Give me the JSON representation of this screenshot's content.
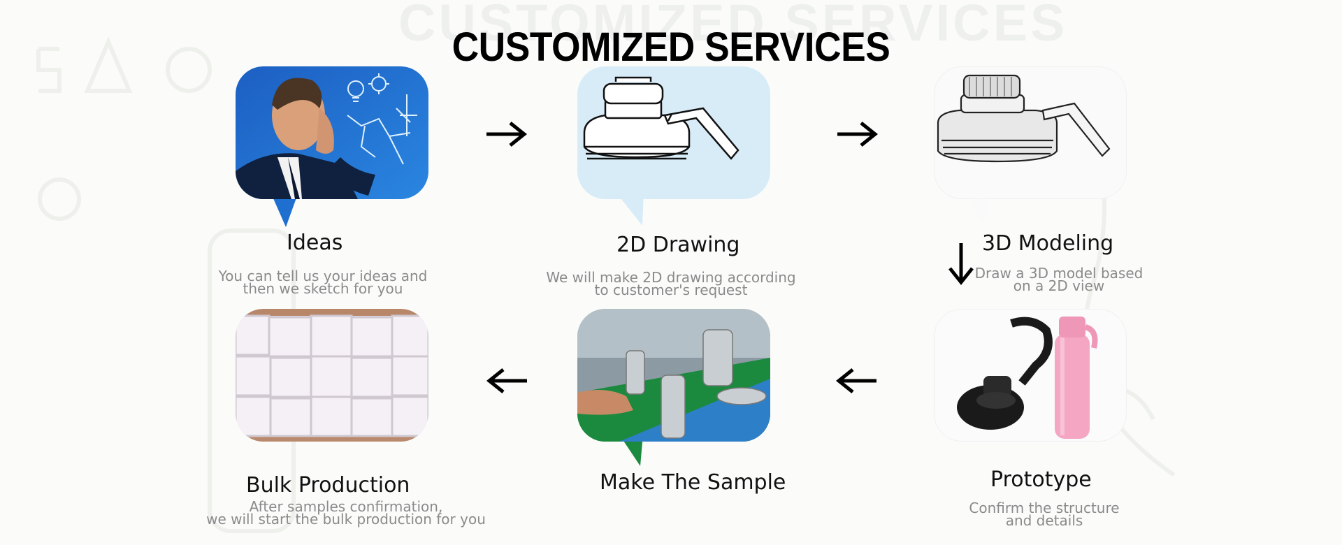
{
  "page": {
    "title": "CUSTOMIZED SERVICES",
    "background_ghost": "CUSTOMIZED SERVICES"
  },
  "steps": [
    {
      "label": "Ideas",
      "desc_line1": "You can tell us your ideas and",
      "desc_line2": "then we sketch for you",
      "image": "businessman-thinking-image"
    },
    {
      "label": "2D Drawing",
      "desc_line1": "We will make 2D drawing according",
      "desc_line2": "to customer's request",
      "image": "2d-lid-drawing-image"
    },
    {
      "label": "3D Modeling",
      "desc_line1": "Draw a 3D model based",
      "desc_line2": "on a 2D view",
      "image": "3d-lid-model-image"
    },
    {
      "label": "Prototype",
      "desc_line1": "Confirm the structure",
      "desc_line2": "and details",
      "image": "prototype-bottle-image"
    },
    {
      "label": "Make The Sample",
      "desc_line1": "",
      "desc_line2": "",
      "image": "sample-production-image"
    },
    {
      "label": "Bulk Production",
      "desc_line1": "After samples confirmation,",
      "desc_line2": "we will start the bulk production for you",
      "image": "packing-boxes-image"
    }
  ],
  "colors": {
    "blue_bg": "#1e6fd0",
    "light_blue": "#d8ecf8",
    "pink": "#f4a6c3",
    "black": "#000000",
    "desc_gray": "#8a8a8a"
  }
}
